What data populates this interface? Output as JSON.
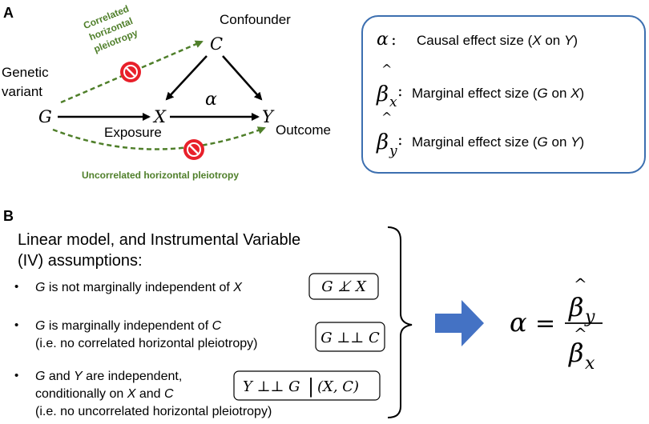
{
  "panel_a": {
    "label": "A",
    "nodes": {
      "g": "G",
      "x": "X",
      "y": "Y",
      "c": "C",
      "genetic_variant_line1": "Genetic",
      "genetic_variant_line2": "variant",
      "exposure": "Exposure",
      "outcome": "Outcome",
      "confounder": "Confounder"
    },
    "alpha_symbol": "α",
    "correlated_pleiotropy": [
      "Correlated",
      "horizontal",
      "pleiotropy"
    ],
    "uncorrelated_pleiotropy": "Uncorrelated horizontal pleiotropy",
    "legend": {
      "alpha": {
        "symbol": "α",
        "colon": ":",
        "text": "Causal effect size (",
        "v1": "X",
        "mid": " on ",
        "v2": "Y",
        "end": ")"
      },
      "beta_x": {
        "symbol": "β",
        "sub": "x",
        "colon": ":",
        "text": "Marginal effect size (",
        "v1": "G",
        "mid": " on ",
        "v2": "X",
        "end": ")"
      },
      "beta_y": {
        "symbol": "β",
        "sub": "y",
        "colon": ":",
        "text": "Marginal effect size (",
        "v1": "G",
        "mid": " on ",
        "v2": "Y",
        "end": ")"
      }
    },
    "colors": {
      "green": "#4f7f2a",
      "no_sign_red": "#e8202a",
      "legend_border": "#3c6fb0",
      "arrow_blue": "#4472c4"
    }
  },
  "panel_b": {
    "label": "B",
    "title_line1": "Linear model, and Instrumental Variable",
    "title_line2": "(IV) assumptions:",
    "bullet_glyph": "•",
    "assumptions": [
      {
        "var": "G",
        "text": " is not marginally independent of ",
        "var2": "X",
        "formula": "G ⊥̸ X"
      },
      {
        "var": "G",
        "text": " is marginally independent of ",
        "var2": "C",
        "note": "(i.e. no correlated horizontal pleiotropy)",
        "formula": "G ⊥⊥ C"
      },
      {
        "var": "G",
        "and": " and ",
        "var_b": "Y",
        "text": " are independent,",
        "line2a": "conditionally on ",
        "line2v1": "X",
        "line2and": " and ",
        "line2v2": "C",
        "note": "(i.e. no uncorrelated horizontal pleiotropy)",
        "formula_left": "Y ⊥⊥ G",
        "formula_bar": "|",
        "formula_right": "(X, C)"
      }
    ],
    "result": {
      "lhs": "α",
      "eq": "=",
      "num_symbol": "β",
      "num_sub": "y",
      "den_symbol": "β",
      "den_sub": "x",
      "hat": "^"
    }
  }
}
